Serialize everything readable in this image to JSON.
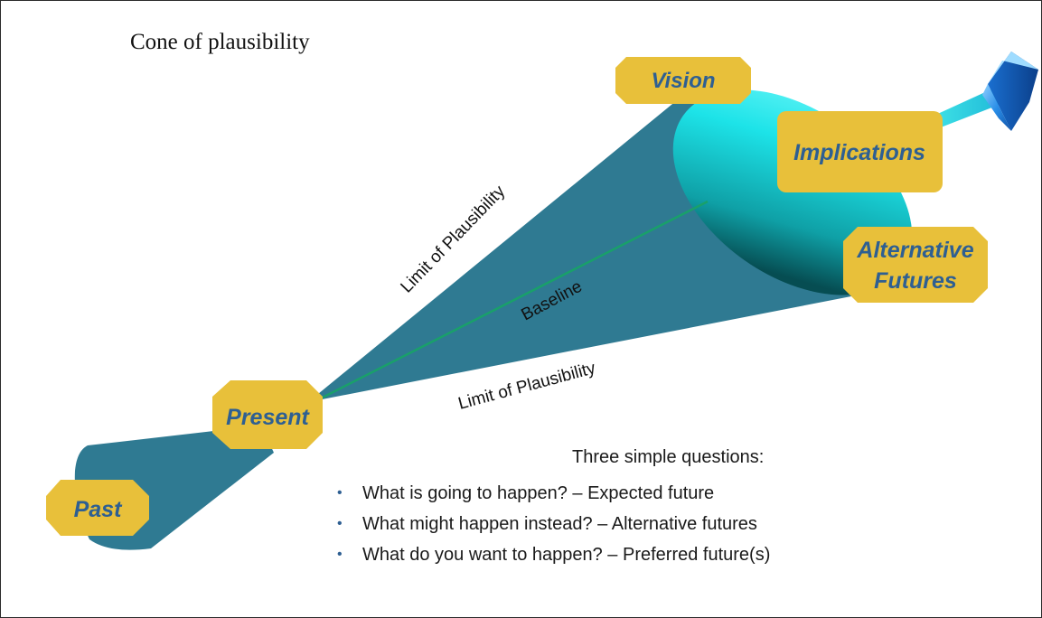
{
  "title": "Cone of plausibility",
  "stages": {
    "past": "Past",
    "present": "Present",
    "vision": "Vision",
    "implications": "Implications",
    "alternative_futures": [
      "Alternative",
      "Futures"
    ]
  },
  "lines": {
    "upper_limit": "Limit of Plausibility",
    "baseline": "Baseline",
    "lower_limit": "Limit of Plausibility"
  },
  "questions": {
    "heading": "Three simple questions:",
    "items": [
      "What is going to happen? – Expected future",
      "What might happen instead? – Alternative futures",
      "What do you want to happen? – Preferred future(s)"
    ]
  },
  "colors": {
    "cone": "#2f7a92",
    "cone_face_light": "#22e8ec",
    "cone_face_dark": "#0b5c60",
    "badge_fill": "#e8c03a",
    "badge_text": "#2e5f92",
    "baseline": "#19a06a",
    "arrow": "#2a8ee8"
  }
}
